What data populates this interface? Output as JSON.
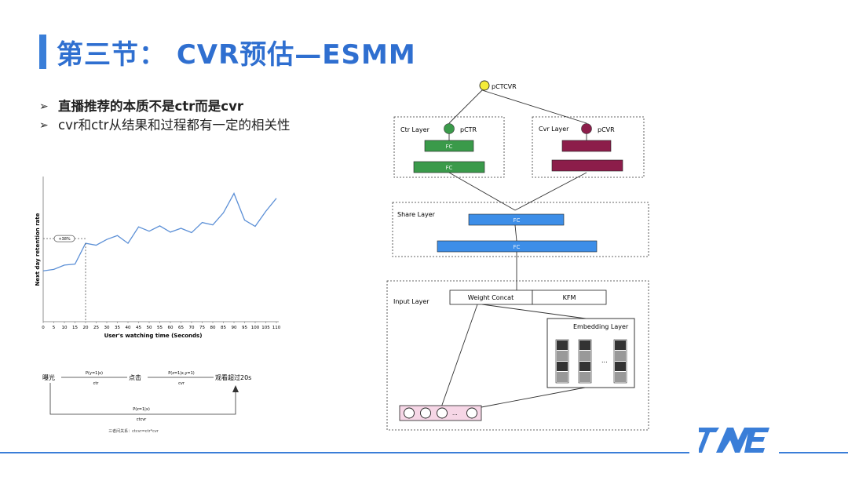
{
  "slide": {
    "title": "第三节： CVR预估—ESMM",
    "bullets": [
      "直播推荐的本质不是ctr而是cvr",
      "cvr和ctr从结果和过程都有一定的相关性"
    ]
  },
  "chart_data": {
    "type": "line",
    "xlabel": "User's watching time (Seconds)",
    "ylabel": "Next day retention rate",
    "xticks": [
      0,
      5,
      10,
      15,
      20,
      25,
      30,
      35,
      40,
      45,
      50,
      55,
      60,
      65,
      70,
      75,
      80,
      85,
      90,
      95,
      100,
      105,
      110
    ],
    "x": [
      0,
      5,
      10,
      15,
      20,
      25,
      30,
      35,
      40,
      45,
      50,
      55,
      60,
      65,
      70,
      75,
      80,
      85,
      90,
      95,
      100,
      105,
      110
    ],
    "y": [
      10.5,
      10.8,
      11.7,
      11.9,
      16.2,
      15.8,
      17.0,
      17.8,
      16.2,
      19.6,
      18.7,
      19.8,
      18.5,
      19.3,
      18.4,
      20.5,
      20.0,
      22.5,
      26.5,
      21.0,
      19.7,
      22.8,
      25.5
    ],
    "ylim": [
      0,
      30
    ],
    "annotation": {
      "label": "+38%",
      "x": 20
    }
  },
  "formula": {
    "node1": "曝光",
    "node2": "点击",
    "node3": "观看超过20s",
    "edge1_top": "P(y=1|x)",
    "edge1_bottom": "ctr",
    "edge2_top": "P(z=1|x,y=1)",
    "edge2_bottom": "cvr",
    "edge3_top": "P(z=1|x)",
    "edge3_bottom": "ctcvr",
    "footnote": "三者间关系：ctcvr=ctr*cvr"
  },
  "diagram": {
    "output_label": "pCTCVR",
    "ctr_layer": "Ctr Layer",
    "ctr_output": "pCTR",
    "cvr_layer": "Cvr Layer",
    "cvr_output": "pCVR",
    "fc": "FC",
    "share_layer": "Share Layer",
    "input_layer": "Input Layer",
    "weight_concat": "Weight Concat",
    "kfm": "KFM",
    "embedding_layer": "Embedding Layer",
    "ellipsis": "...",
    "colors": {
      "ctr": "#3a9a4a",
      "cvr": "#8c1d4a",
      "share": "#3d8ee8",
      "output": "#f4ec3a",
      "input": "#f6d6e6"
    }
  },
  "logo": {
    "icon": "tme-logo-icon"
  }
}
